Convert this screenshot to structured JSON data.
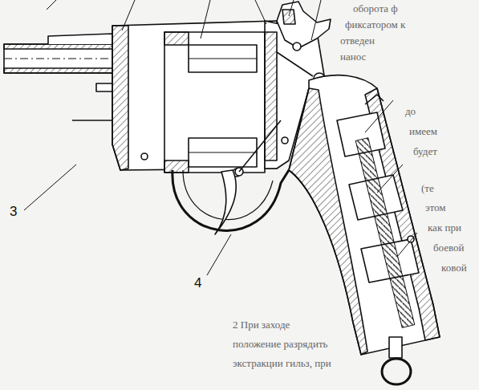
{
  "diagram": {
    "labels": [
      "3",
      "4",
      "оборота ф",
      "фиксатором к",
      "отведен",
      "нанос",
      "до",
      "имеем",
      "будет",
      "(те",
      "этом",
      "как при",
      "боевой",
      "ковой",
      "2 При заходе",
      "положение разрядить",
      "экстракции гильз, при"
    ]
  }
}
